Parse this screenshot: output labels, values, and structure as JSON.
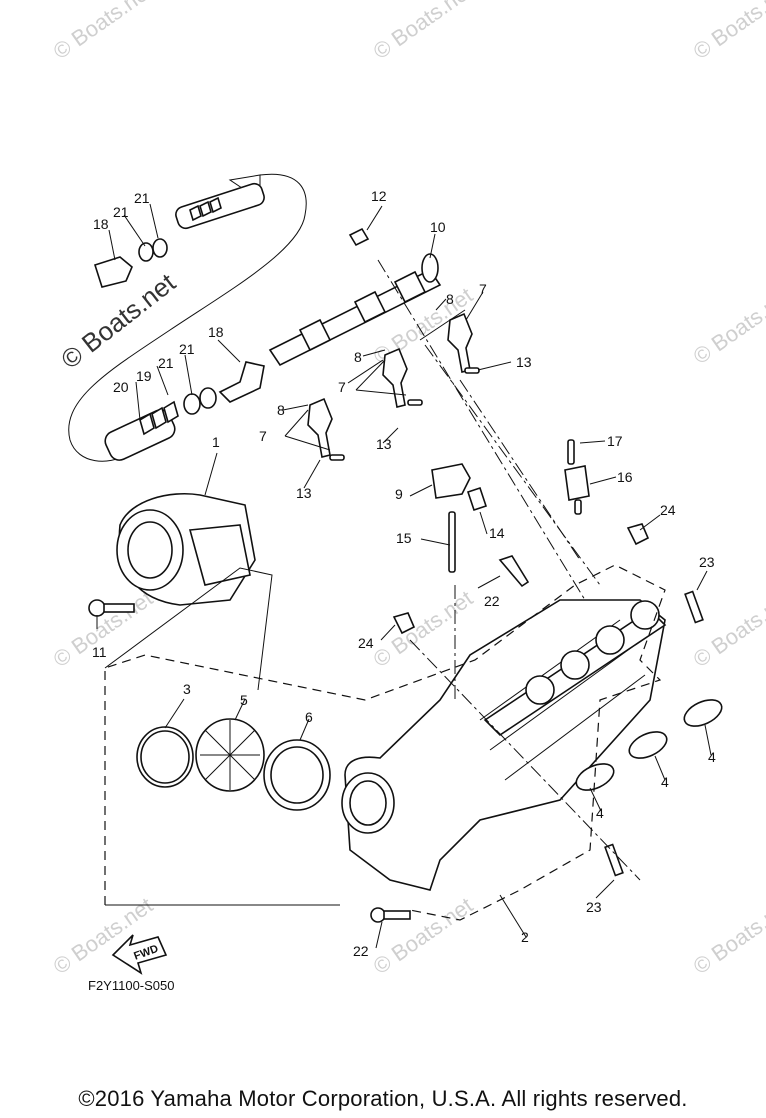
{
  "diagram": {
    "callouts": [
      "1",
      "2",
      "3",
      "4",
      "5",
      "6",
      "7",
      "8",
      "9",
      "10",
      "11",
      "12",
      "13",
      "14",
      "15",
      "16",
      "17",
      "18",
      "19",
      "20",
      "21",
      "22",
      "23",
      "24"
    ],
    "figure_code": "F2Y1100-S050",
    "fwd_label": "FWD",
    "watermark": "© Boats.net",
    "copyright": "©2016 Yamaha Motor Corporation, U.S.A. All rights reserved."
  }
}
